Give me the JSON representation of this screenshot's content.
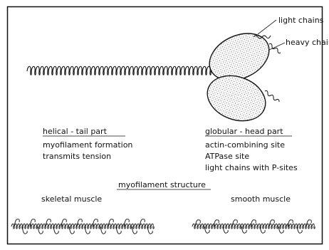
{
  "labels": {
    "light_chains": "light chains",
    "heavy_chains": "heavy chains",
    "helical_tail_part": "helical - tail part",
    "myofilament_formation": "myofilament formation",
    "transmits_tension": "transmits tension",
    "globular_head_part": "globular - head part",
    "actin_combining_site": "actin-combining site",
    "atpase_site": "ATPase site",
    "light_chains_with_p_sites": "light chains with P-sites",
    "myofilament_structure": "myofilament structure",
    "skeletal_muscle": "skeletal muscle",
    "smooth_muscle": "smooth muscle"
  },
  "colors": {
    "ink": "#111111",
    "stipple": "#555555",
    "background": "#ffffff"
  }
}
